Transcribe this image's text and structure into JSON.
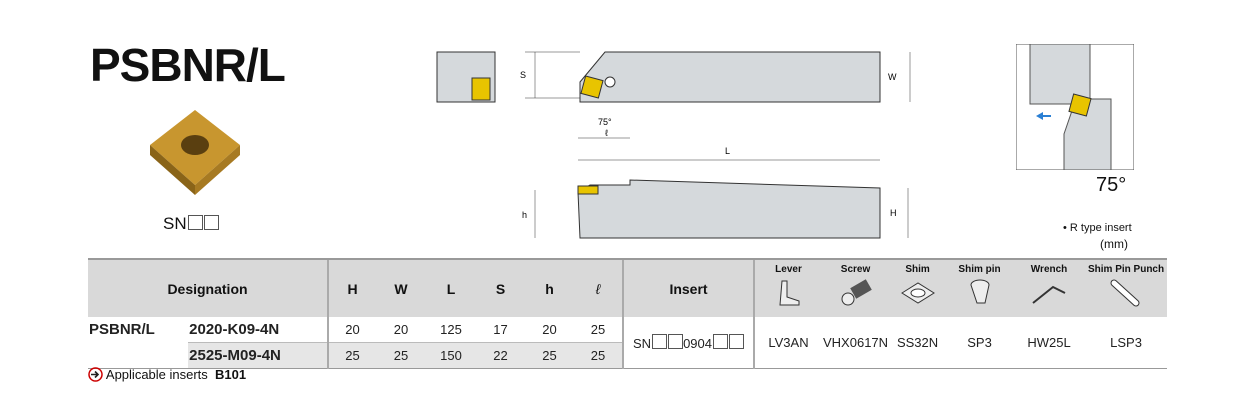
{
  "title": "PSBNR/L",
  "insert_label": "SN",
  "angle": "75°",
  "note": "• R type insert",
  "unit": "(mm)",
  "dims": {
    "S": "S",
    "W": "W",
    "L": "L",
    "h": "h",
    "H": "H",
    "l": "ℓ",
    "a": "75°"
  },
  "table": {
    "headers": {
      "designation": "Designation",
      "H": "H",
      "W": "W",
      "L": "L",
      "S": "S",
      "h": "h",
      "l": "ℓ",
      "insert": "Insert"
    },
    "tools": [
      "Lever",
      "Screw",
      "Shim",
      "Shim pin",
      "Wrench",
      "Shim Pin Punch"
    ],
    "series": "PSBNR/L",
    "rows": [
      {
        "code": "2020-K09-4N",
        "H": "20",
        "W": "20",
        "L": "125",
        "S": "17",
        "h": "20",
        "l": "25"
      },
      {
        "code": "2525-M09-4N",
        "H": "25",
        "W": "25",
        "L": "150",
        "S": "22",
        "h": "25",
        "l": "25"
      }
    ],
    "insert_pre": "SN",
    "insert_mid": "0904",
    "parts": [
      "LV3AN",
      "VHX0617N",
      "SS32N",
      "SP3",
      "HW25L",
      "LSP3"
    ]
  },
  "footer": {
    "label": "Applicable inserts",
    "ref": "B101"
  }
}
